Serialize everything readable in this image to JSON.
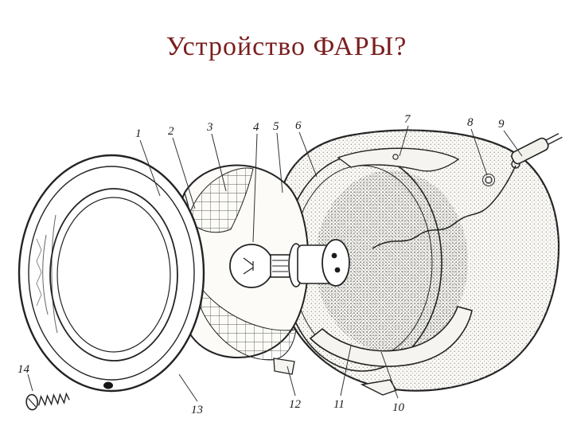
{
  "title": "Устройство ФАРЫ?",
  "colors": {
    "title": "#7b1f1f",
    "ink": "#232323",
    "background": "#ffffff"
  },
  "diagram": {
    "callouts": [
      "1",
      "2",
      "3",
      "4",
      "5",
      "6",
      "7",
      "8",
      "9",
      "10",
      "11",
      "12",
      "13",
      "14"
    ]
  }
}
